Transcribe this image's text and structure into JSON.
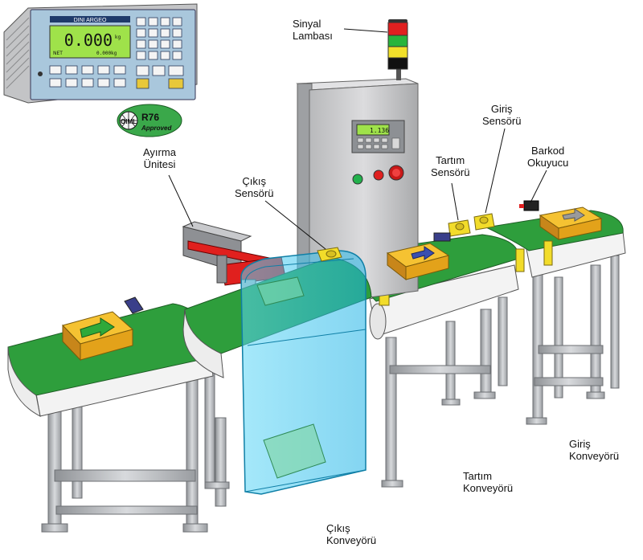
{
  "labels": {
    "signal_lamp": [
      "Sinyal",
      "Lambası"
    ],
    "reject_unit": [
      "Ayırma",
      "Ünitesi"
    ],
    "exit_sensor": [
      "Çıkış",
      "Sensörü"
    ],
    "weigh_sensor": [
      "Tartım",
      "Sensörü"
    ],
    "entry_sensor": [
      "Giriş",
      "Sensörü"
    ],
    "barcode_reader": [
      "Barkod",
      "Okuyucu"
    ],
    "entry_conveyor": [
      "Giriş",
      "Konveyörü"
    ],
    "weigh_conveyor": [
      "Tartım",
      "Konveyörü"
    ],
    "exit_conveyor": [
      "Çıkış",
      "Konveyörü"
    ]
  },
  "indicator": {
    "brand": "DINI ARGEO",
    "display_value": "0.000",
    "unit": "kg",
    "net_label": "NET",
    "sub_value": "0.000kg"
  },
  "cabinet_display": "1.136",
  "badge": {
    "oiml": "OIML",
    "class": "R76",
    "status": "Approved"
  },
  "colors": {
    "belt_green": "#2e9e3c",
    "frame_gray": "#b9bcc0",
    "box_orange": "#e3a21a",
    "sensor_yellow": "#f2dc2a",
    "bin_cyan": "#36c8f0",
    "cabinet_steel": "#c9cacc",
    "lcd_green": "#9fe24a"
  }
}
